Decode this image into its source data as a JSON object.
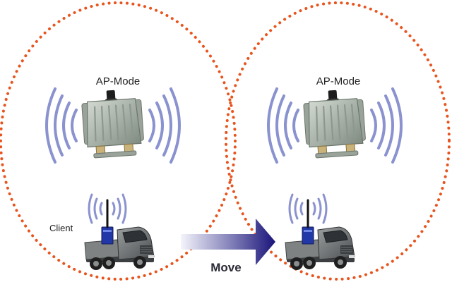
{
  "labels": {
    "ap_left": "AP-Mode",
    "ap_right": "AP-Mode",
    "client": "Client",
    "move": "Move"
  },
  "colors": {
    "coverage_ring": "#e8541e",
    "signal_waves": "#8a92cf",
    "move_arrow_start": "#f4f4fb",
    "move_arrow_end": "#1a147a",
    "device_body": "#a9b3a9",
    "truck_body": "#6f7374"
  },
  "icons": {
    "access_point": "outdoor-wireless-ap-icon",
    "client": "truck-with-antenna-icon"
  }
}
